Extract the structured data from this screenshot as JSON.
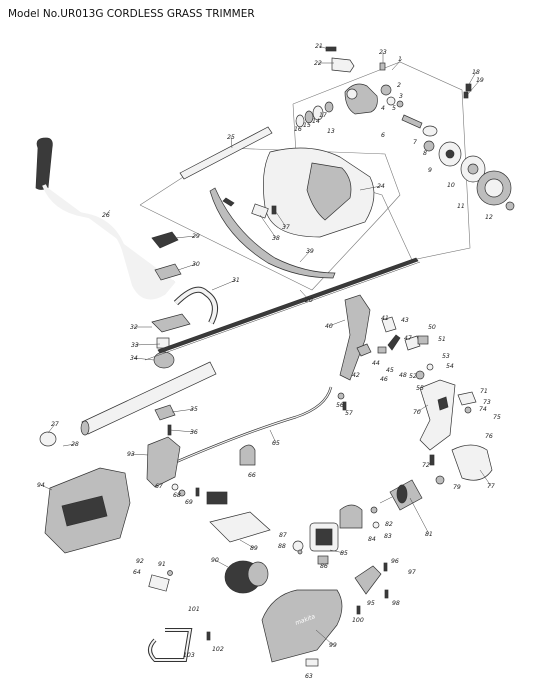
{
  "title": "Model No.UR013G CORDLESS GRASS TRIMMER",
  "brand_logo_text": "makita",
  "part_numbers": [
    "1",
    "2",
    "3",
    "4",
    "5",
    "6",
    "7",
    "8",
    "9",
    "10",
    "11",
    "12",
    "13",
    "14",
    "15",
    "16",
    "17",
    "18",
    "19",
    "20",
    "21",
    "22",
    "23",
    "24",
    "25",
    "26",
    "27",
    "28",
    "29",
    "30",
    "31",
    "32",
    "33",
    "34",
    "35",
    "36",
    "37",
    "38",
    "39",
    "40",
    "41",
    "42",
    "43",
    "44",
    "45",
    "46",
    "47",
    "48",
    "50",
    "51",
    "52",
    "53",
    "54",
    "55",
    "56",
    "57",
    "63",
    "64",
    "65",
    "66",
    "67",
    "68",
    "69",
    "70",
    "71",
    "72",
    "73",
    "74",
    "75",
    "76",
    "77",
    "79",
    "81",
    "82",
    "83",
    "84",
    "85",
    "86",
    "87",
    "88",
    "89",
    "90",
    "91",
    "92",
    "93",
    "94",
    "95",
    "96",
    "97",
    "98",
    "99",
    "100",
    "101",
    "102",
    "103"
  ]
}
